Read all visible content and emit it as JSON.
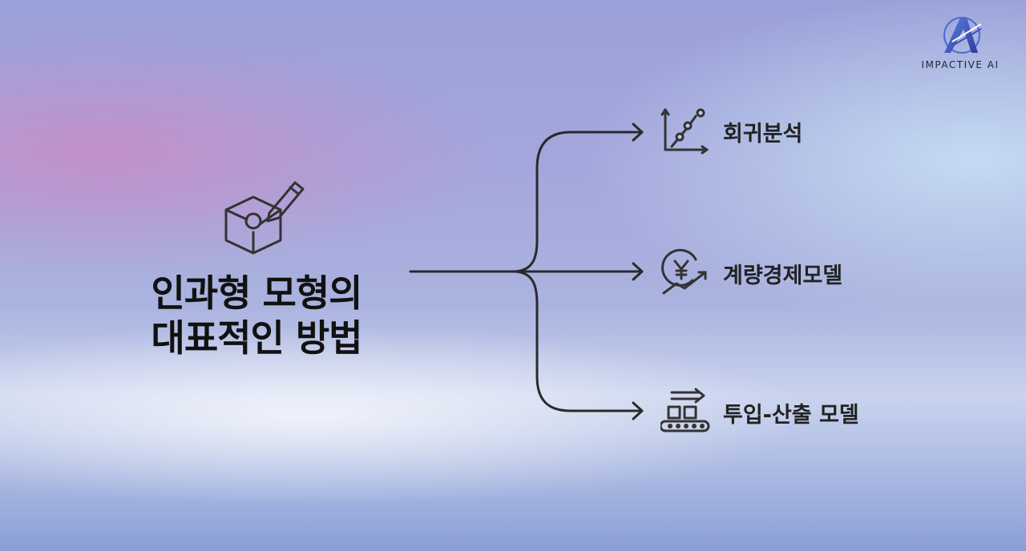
{
  "logo": {
    "text": "IMPACTIVE AI"
  },
  "title": {
    "line1": "인과형 모형의",
    "line2": "대표적인 방법"
  },
  "branches": [
    {
      "label": "회귀분석",
      "icon": "regression-chart-icon"
    },
    {
      "label": "계량경제모델",
      "icon": "yen-growth-icon"
    },
    {
      "label": "투입-산출 모델",
      "icon": "conveyor-icon"
    }
  ],
  "colors": {
    "line": "#2a2a2a",
    "text": "#111111"
  }
}
